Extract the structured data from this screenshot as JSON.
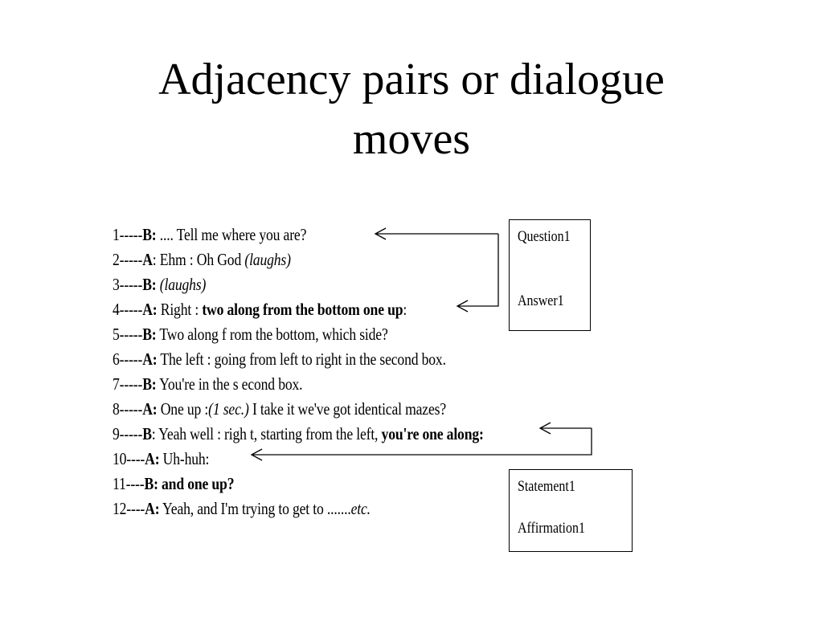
{
  "title": {
    "line1": "Adjacency pairs or dialogue",
    "line2": "moves"
  },
  "transcript": [
    {
      "num": "1-----",
      "speaker": "B:",
      "parts": [
        {
          "t": " .... Tell me where you are?",
          "s": "n"
        }
      ]
    },
    {
      "num": "2-----",
      "speaker": "A",
      "parts": [
        {
          "t": ": Ehm : Oh God ",
          "s": "n"
        },
        {
          "t": "(laughs)",
          "s": "i"
        }
      ]
    },
    {
      "num": "3-----",
      "speaker": "B:",
      "parts": [
        {
          "t": " ",
          "s": "n"
        },
        {
          "t": "(laughs)",
          "s": "i"
        }
      ]
    },
    {
      "num": "4-----",
      "speaker": "A:",
      "parts": [
        {
          "t": " Right  : ",
          "s": "n"
        },
        {
          "t": "two along from the bottom one up",
          "s": "b"
        },
        {
          "t": ":",
          "s": "n"
        }
      ]
    },
    {
      "num": "5-----",
      "speaker": "B:",
      "parts": [
        {
          "t": " Two along f rom the bottom, which side?",
          "s": "n"
        }
      ]
    },
    {
      "num": "6-----",
      "speaker": "A:",
      "parts": [
        {
          "t": " The left : going from left to right in  the second box.",
          "s": "n"
        }
      ]
    },
    {
      "num": "7-----",
      "speaker": "B:",
      "parts": [
        {
          "t": " You're in the s econd box.",
          "s": "n"
        }
      ]
    },
    {
      "num": "8-----",
      "speaker": "A:",
      "parts": [
        {
          "t": " One up :",
          "s": "n"
        },
        {
          "t": "(1 sec.)",
          "s": "i"
        },
        {
          "t": " I take it we've got identical mazes?",
          "s": "n"
        }
      ]
    },
    {
      "num": "9-----",
      "speaker": "B",
      "parts": [
        {
          "t": ": Yeah well :  righ t, starting  from the left, ",
          "s": "n"
        },
        {
          "t": "you're one along:",
          "s": "b"
        }
      ]
    },
    {
      "num": "10----",
      "speaker": "A:",
      "parts": [
        {
          "t": " Uh-huh:",
          "s": "n"
        }
      ]
    },
    {
      "num": "11----",
      "speaker": "B: and one up?",
      "parts": []
    },
    {
      "num": "12----",
      "speaker": "A:",
      "parts": [
        {
          "t": " Yeah, and I'm trying to get to .......",
          "s": "n"
        },
        {
          "t": "etc.",
          "s": "i"
        }
      ]
    }
  ],
  "box1": {
    "top_label": "Question1",
    "bottom_label": "Answer1"
  },
  "box2": {
    "top_label": "Statement1",
    "bottom_label": "Affirmation1"
  }
}
